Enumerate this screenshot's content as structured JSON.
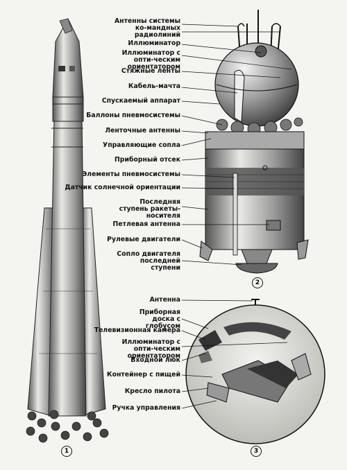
{
  "figure_numbers": [
    "1",
    "2",
    "3"
  ],
  "descent_module_labels": [
    "Антенны системы ко-мандных радиолиний",
    "Иллюминатор",
    "Иллюминатор с опти-ческим ориентатором",
    "Стяжные ленты",
    "Кабель-мачта",
    "Спускаемый аппарат",
    "Баллоны пневмосистемы",
    "Ленточные антенны",
    "Управляющие сопла",
    "Приборный отсек",
    "Элементы пневмосистемы",
    "Датчик солнечной ориентации",
    "Последняя ступень ракеты-носителя",
    "Петлевая антенна",
    "Рулевые двигатели",
    "Сопло двигателя последней ступени"
  ],
  "cabin_labels": [
    "Антенна",
    "Приборная доска с глобусом",
    "Телевизионная камера",
    "Иллюминатор с опти-ческим ориентатором",
    "Входной люк",
    "Контейнер с пищей",
    "Кресло пилота",
    "Ручка управления"
  ]
}
